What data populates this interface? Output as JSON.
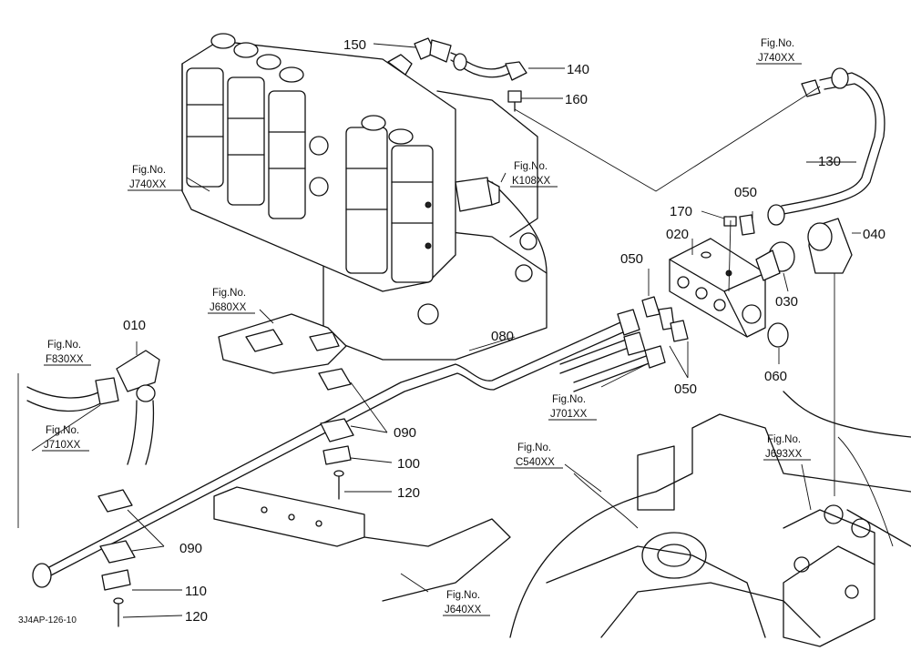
{
  "diagram_code": "3J4AP-126-10",
  "fig_prefix": "Fig.No.",
  "fig_refs": {
    "j740_top": "J740XX",
    "j740_left": "J740XX",
    "k108": "K108XX",
    "j680": "J680XX",
    "f830": "F830XX",
    "j710": "J710XX",
    "j701": "J701XX",
    "c540": "C540XX",
    "j693": "J693XX",
    "j640": "J640XX"
  },
  "parts": {
    "p150": "150",
    "p140": "140",
    "p160": "160",
    "p130": "130",
    "p170": "170",
    "p050_top": "050",
    "p020": "020",
    "p040": "040",
    "p050_left": "050",
    "p030": "030",
    "p010": "010",
    "p080": "080",
    "p060": "060",
    "p050_bottom": "050",
    "p090_upper": "090",
    "p100": "100",
    "p120_upper": "120",
    "p090_lower": "090",
    "p110": "110",
    "p120_lower": "120"
  }
}
